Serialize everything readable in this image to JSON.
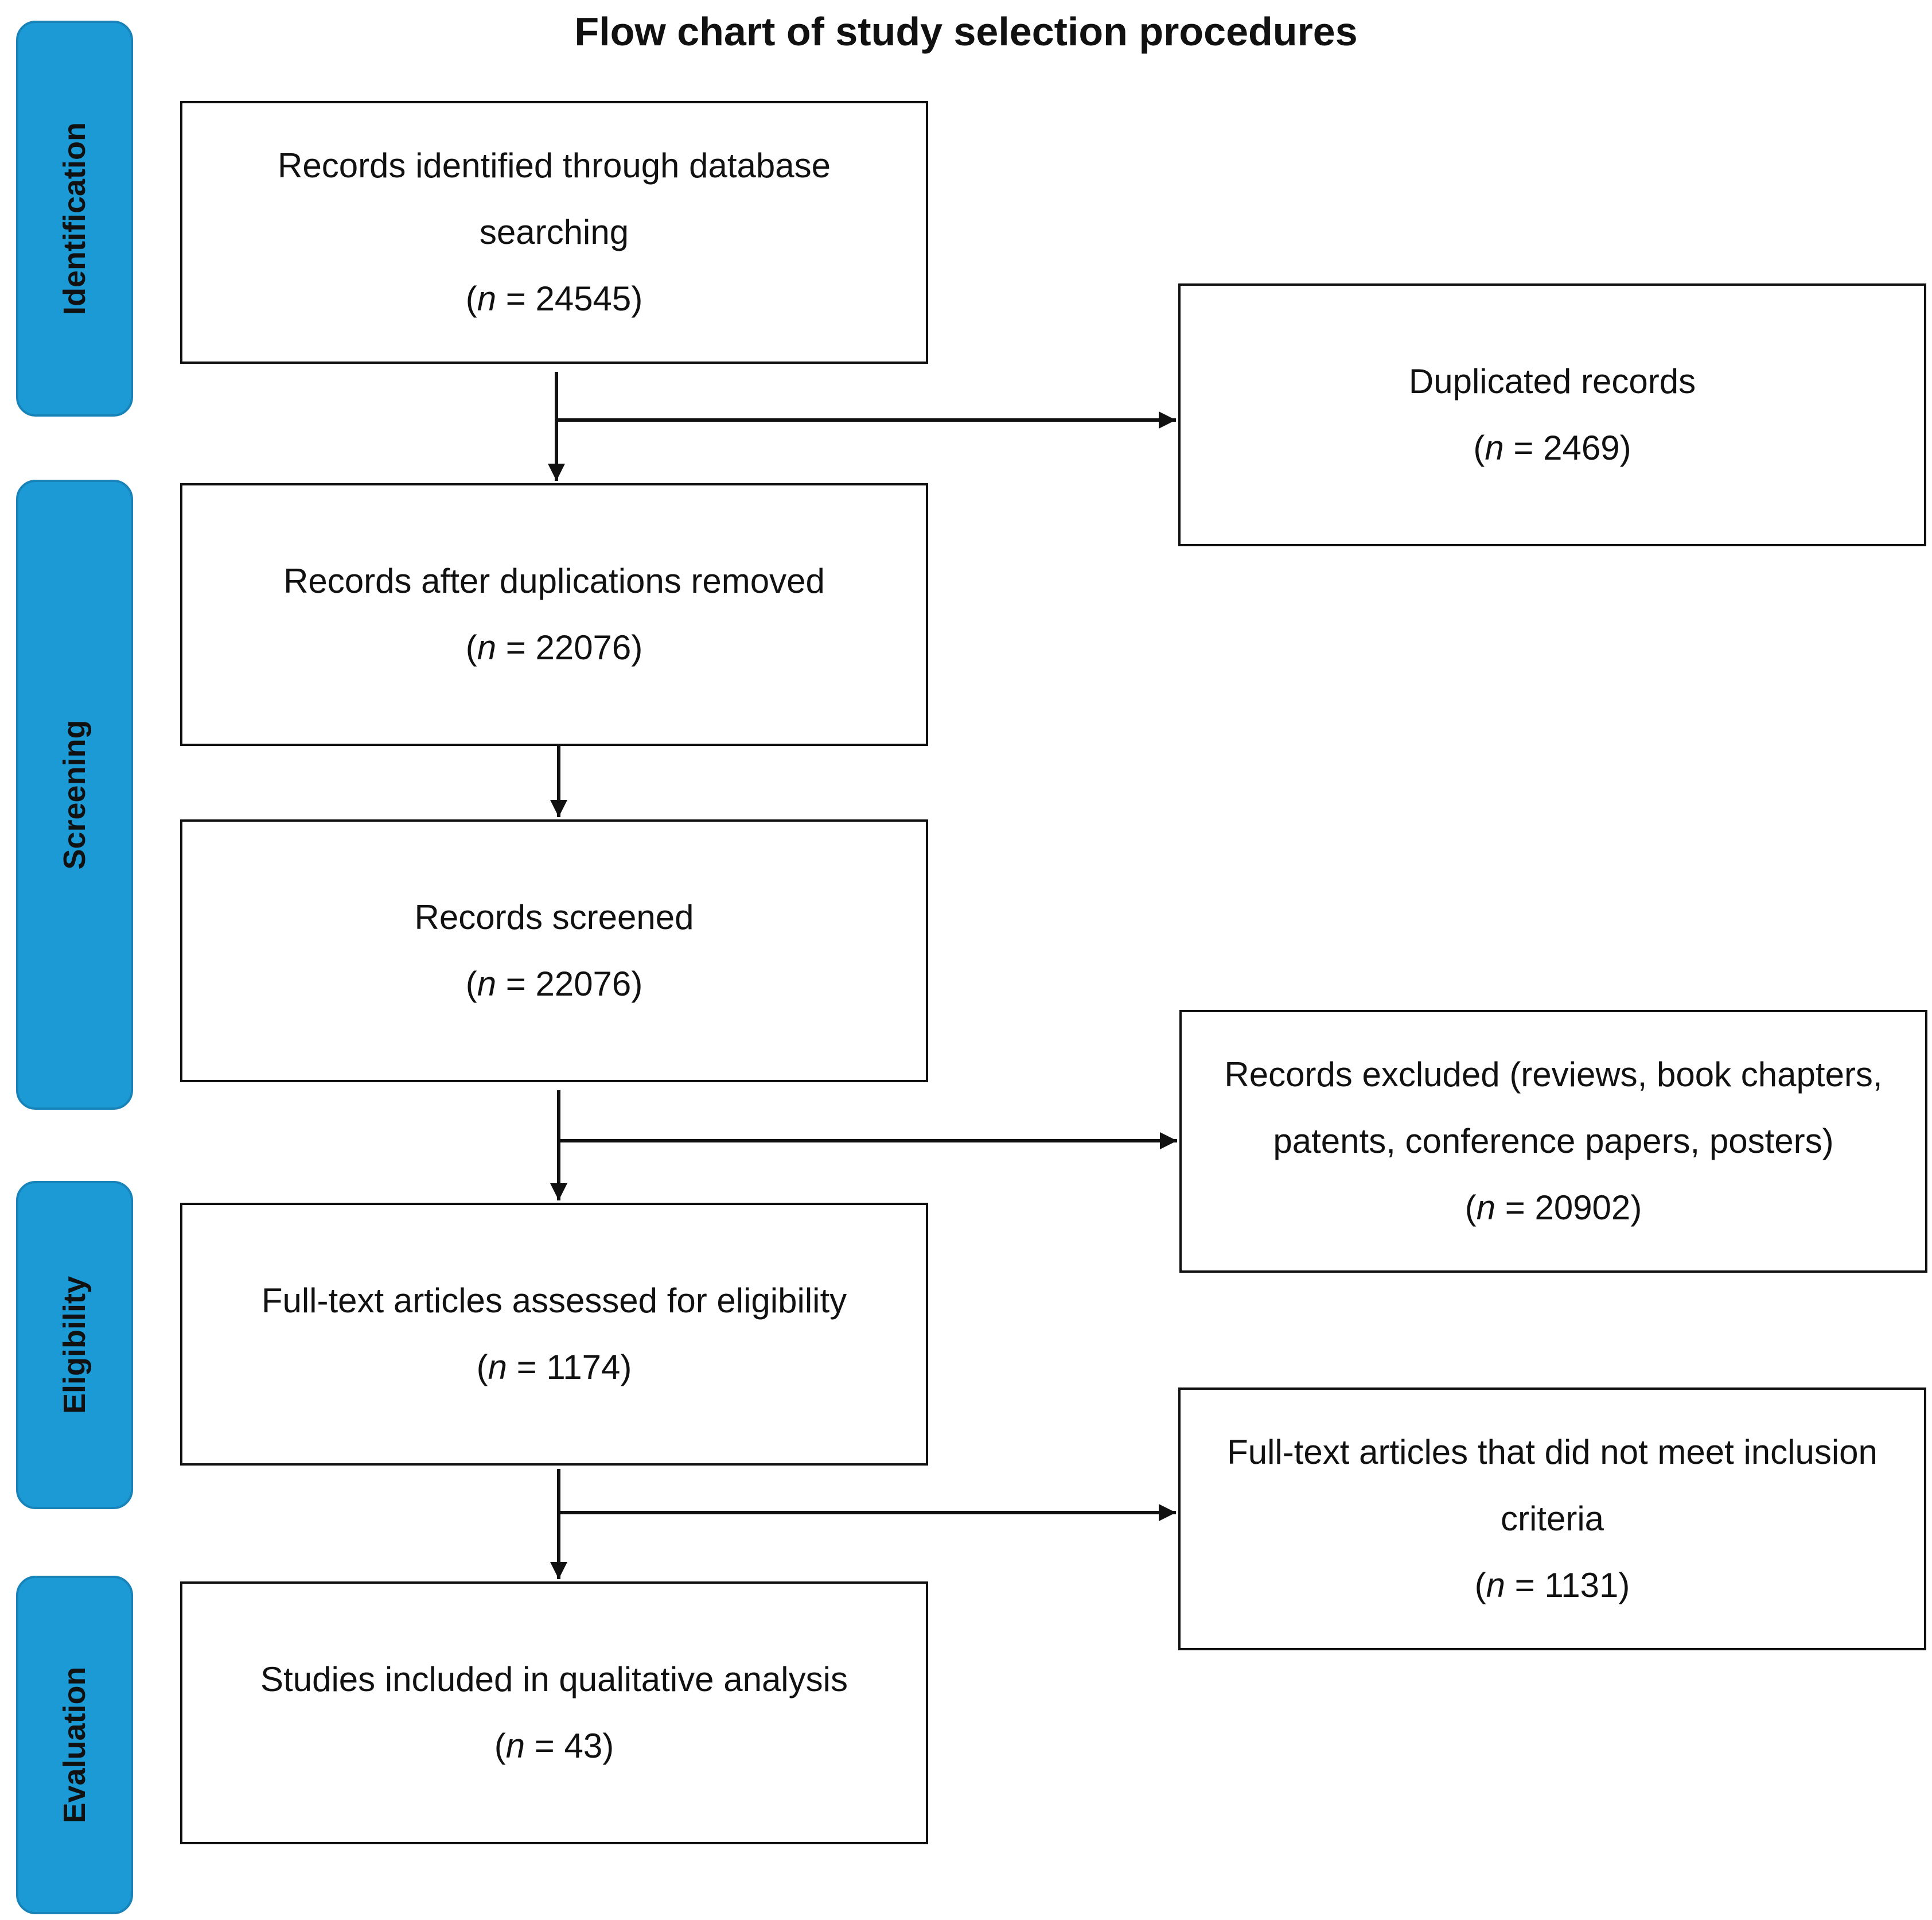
{
  "title": "Flow chart of study selection procedures",
  "stages": {
    "identification": "Identification",
    "screening": "Screening",
    "eligibility": "Eligibility",
    "evaluation": "Evaluation"
  },
  "boxes": {
    "identified": {
      "label": "Records identified through database searching",
      "n": "24545"
    },
    "duplicated": {
      "label": "Duplicated records",
      "n": "2469"
    },
    "after_dup": {
      "label": "Records after duplications removed",
      "n": "22076"
    },
    "screened": {
      "label": "Records screened",
      "n": "22076"
    },
    "excluded": {
      "label": "Records excluded (reviews, book chapters, patents, conference papers, posters)",
      "n": "20902"
    },
    "fulltext": {
      "label": "Full-text articles assessed for eligibility",
      "n": "1174"
    },
    "not_met": {
      "label": "Full-text articles that did not meet inclusion criteria",
      "n": "1131"
    },
    "included": {
      "label": "Studies included in qualitative analysis",
      "n": "43"
    }
  },
  "n_symbol": "n",
  "colors": {
    "stage_fill": "#1c9ad6",
    "stage_border": "#1783b8",
    "line": "#111111"
  }
}
